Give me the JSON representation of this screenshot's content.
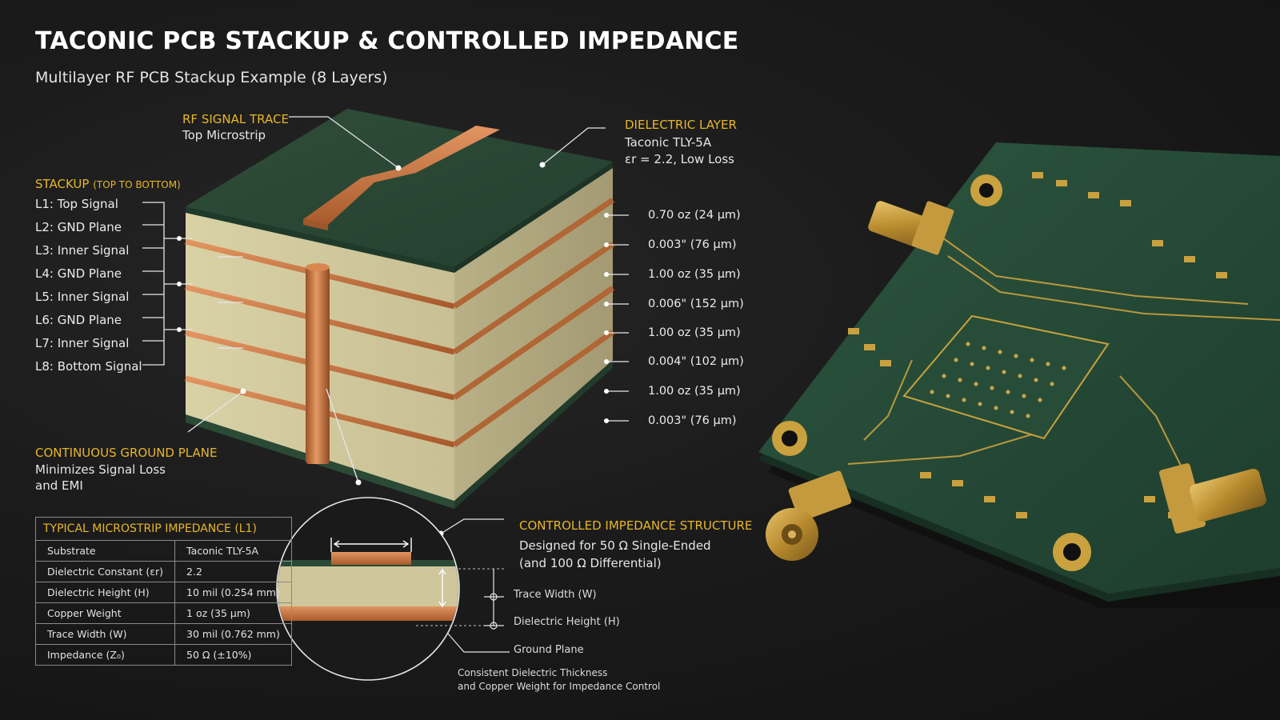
{
  "title": "TACONIC PCB STACKUP & CONTROLLED IMPEDANCE",
  "subtitle": "Multilayer RF PCB Stackup Example (8 Layers)",
  "callouts": {
    "rf_trace": {
      "label": "RF SIGNAL TRACE",
      "desc": "Top Microstrip"
    },
    "dielectric": {
      "label": "DIELECTRIC LAYER",
      "line1": "Taconic TLY-5A",
      "line2": "εr = 2.2, Low Loss"
    },
    "ground": {
      "label": "CONTINUOUS GROUND PLANE",
      "line1": "Minimizes Signal Loss",
      "line2": "and EMI"
    },
    "structure": {
      "label": "CONTROLLED IMPEDANCE STRUCTURE",
      "line1": "Designed for 50 Ω Single-Ended",
      "line2": "(and 100 Ω Differential)"
    }
  },
  "stackup": {
    "label": "STACKUP",
    "label_small": "(TOP TO BOTTOM)",
    "layers": [
      "L1: Top Signal",
      "L2: GND Plane",
      "L3: Inner Signal",
      "L4: GND Plane",
      "L5: Inner Signal",
      "L6: GND Plane",
      "L7: Inner Signal",
      "L8: Bottom Signal"
    ]
  },
  "thicknesses": [
    "0.70 oz (24 μm)",
    "0.003\" (76 μm)",
    "1.00 oz (35 μm)",
    "0.006\" (152 μm)",
    "1.00 oz (35 μm)",
    "0.004\" (102 μm)",
    "1.00 oz (35 μm)",
    "0.003\" (76 μm)"
  ],
  "impedance_table": {
    "title": "TYPICAL MICROSTRIP IMPEDANCE (L1)",
    "rows": [
      {
        "k": "Substrate",
        "v": "Taconic TLY-5A"
      },
      {
        "k": "Dielectric Constant (εr)",
        "v": "2.2"
      },
      {
        "k": "Dielectric Height (H)",
        "v": "10 mil (0.254 mm)"
      },
      {
        "k": "Copper Weight",
        "v": "1 oz (35 μm)"
      },
      {
        "k": "Trace Width (W)",
        "v": "30 mil (0.762 mm)"
      },
      {
        "k": "Impedance (Z₀)",
        "v": "50 Ω (±10%)"
      }
    ]
  },
  "cross_section": {
    "trace_width": "Trace Width (W)",
    "dielectric_height": "Dielectric Height (H)",
    "ground_plane": "Ground Plane",
    "note1": "Consistent Dielectric Thickness",
    "note2": "and Copper Weight for Impedance Control"
  },
  "colors": {
    "accent": "#e8b62a",
    "copper": "#c8733f",
    "solder_mask": "#2b4a36",
    "dielectric": "#c9c39a",
    "background": "#161616"
  }
}
